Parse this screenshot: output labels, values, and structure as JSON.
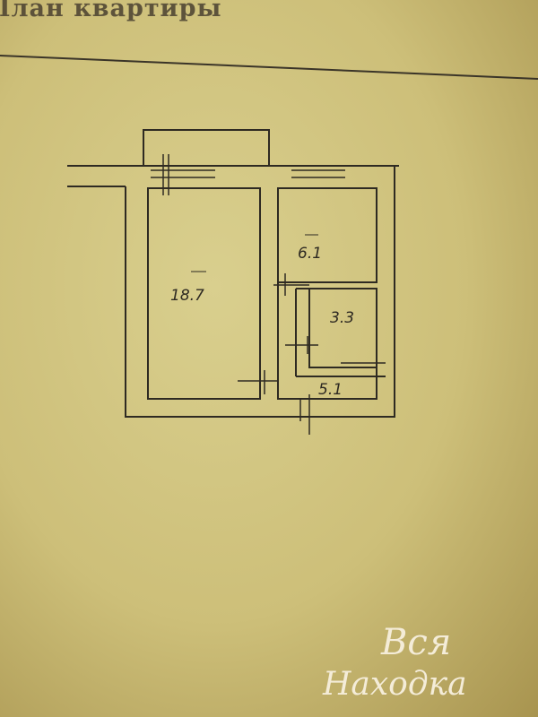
{
  "document": {
    "title": "План квартиры"
  },
  "plan": {
    "rooms": [
      {
        "id": "living",
        "area": "18.7"
      },
      {
        "id": "kitchen",
        "area": "6.1"
      },
      {
        "id": "bathroom",
        "area": "3.3"
      },
      {
        "id": "hall",
        "area": "5.1"
      }
    ]
  },
  "watermark": {
    "line1": "Вся",
    "line2": "Находка"
  },
  "colors": {
    "paper": "#d2c582",
    "ink": "#2e2a22"
  }
}
